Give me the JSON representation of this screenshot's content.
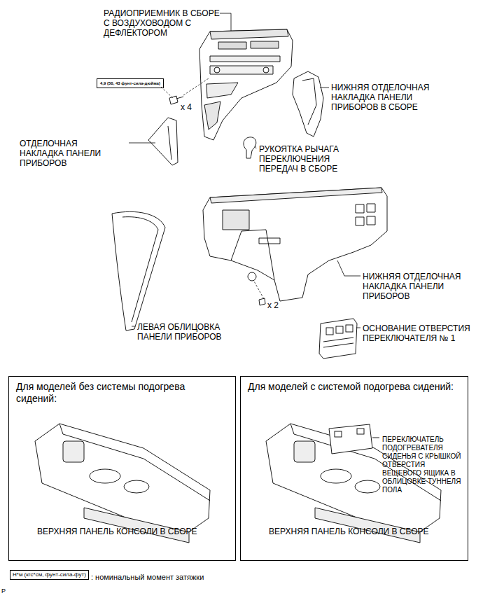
{
  "diagram": {
    "nodes": [
      {
        "text": [
          "4,9 (50, 43 фунт-сила-дюйма)"
        ]
      },
      {
        "text": [
          "Для моделей без системы подогрева сидений:",
          "ВЕРХНЯЯ ПАНЕЛЬ КОНСОЛИ В СБОРЕ"
        ]
      },
      {
        "text": [
          "Для моделей с системой подогрева сидений:",
          "ПЕРЕКЛЮЧАТЕЛЬ ПОДОГРЕВАТЕЛЯ СИДЕНЬЯ С КРЫШКОЙ ОТВЕРСТИЯ ВЕЩЕВОГО ЯЩИКА В ОБЛИЦОВКЕ ТУННЕЛЯ ПОЛА",
          "ВЕРХНЯЯ ПАНЕЛЬ КОНСОЛИ В СБОРЕ"
        ]
      },
      {
        "text": [
          "Н*м (кгс*см, фунт-сила-фут)"
        ]
      }
    ],
    "labels": [
      "РАДИОПРИЕМНИК В СБОРЕ С ВОЗДУХОВОДОМ С ДЕФЛЕКТОРОМ",
      "x 4",
      "НИЖНЯЯ ОТДЕЛОЧНАЯ НАКЛАДКА ПАНЕЛИ ПРИБОРОВ В СБОРЕ",
      "ОТДЕЛОЧНАЯ НАКЛАДКА ПАНЕЛИ ПРИБОРОВ",
      "РУКОЯТКА РЫЧАГА ПЕРЕКЛЮЧЕНИЯ ПЕРЕДАЧ В СБОРЕ",
      "НИЖНЯЯ ОТДЕЛОЧНАЯ НАКЛАДКА ПАНЕЛИ ПРИБОРОВ",
      "x 2",
      "ЛЕВАЯ ОБЛИЦОВКА ПАНЕЛИ ПРИБОРОВ",
      "ОСНОВАНИЕ ОТВЕРСТИЯ ПЕРЕКЛЮЧАТЕЛЯ № 1",
      ": номинальный момент затяжки",
      "P"
    ]
  }
}
